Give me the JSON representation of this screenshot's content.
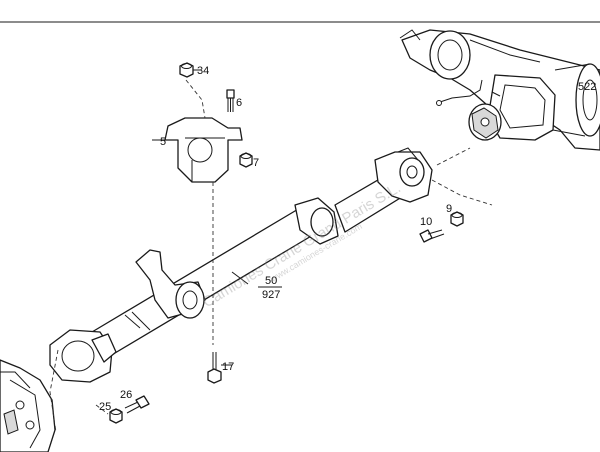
{
  "callouts": [
    {
      "id": "34",
      "text": "34"
    },
    {
      "id": "6",
      "text": "6"
    },
    {
      "id": "5",
      "text": "5"
    },
    {
      "id": "7",
      "text": "7"
    },
    {
      "id": "522",
      "text": "522"
    },
    {
      "id": "9",
      "text": "9"
    },
    {
      "id": "10",
      "text": "10"
    },
    {
      "id": "50",
      "text": "50"
    },
    {
      "id": "927",
      "text": "927"
    },
    {
      "id": "17",
      "text": "17"
    },
    {
      "id": "26",
      "text": "26"
    },
    {
      "id": "25",
      "text": "25"
    }
  ],
  "watermark": {
    "main": "Camiones Crane Grand Paris S.L.",
    "small": "www.camiones-crane.com"
  },
  "colors": {
    "line": "#1a1a1a",
    "shade": "#d9d9d9",
    "watermark": "#8a8a8a"
  }
}
